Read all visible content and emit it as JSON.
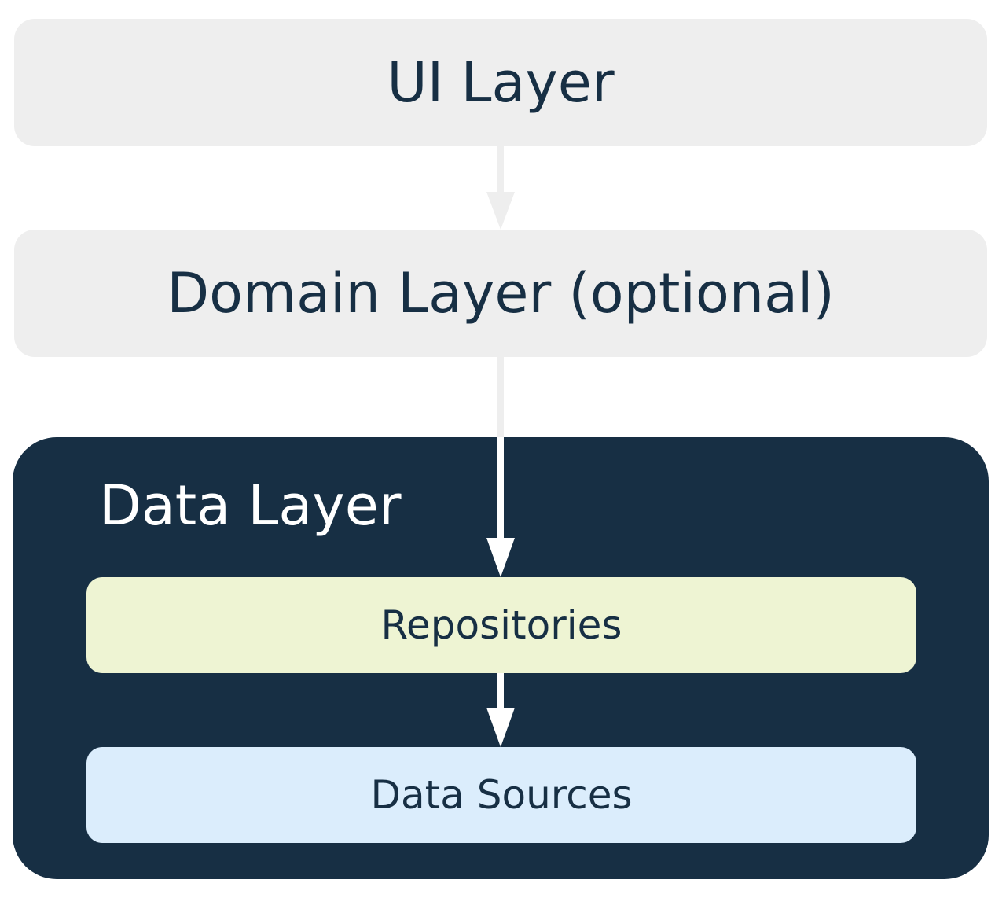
{
  "layers": {
    "ui": {
      "label": "UI Layer"
    },
    "domain": {
      "label": "Domain Layer (optional)"
    },
    "data": {
      "label": "Data Layer",
      "components": {
        "repositories": {
          "label": "Repositories"
        },
        "data_sources": {
          "label": "Data Sources"
        }
      }
    }
  },
  "colors": {
    "outer_box": "#eeeeee",
    "data_layer_background": "#172f44",
    "repositories_background": "#eef4d3",
    "data_sources_background": "#dbedfc",
    "text_dark": "#172f44",
    "text_light": "#ffffff",
    "arrow_light": "#eeeeee",
    "arrow_white": "#ffffff"
  }
}
